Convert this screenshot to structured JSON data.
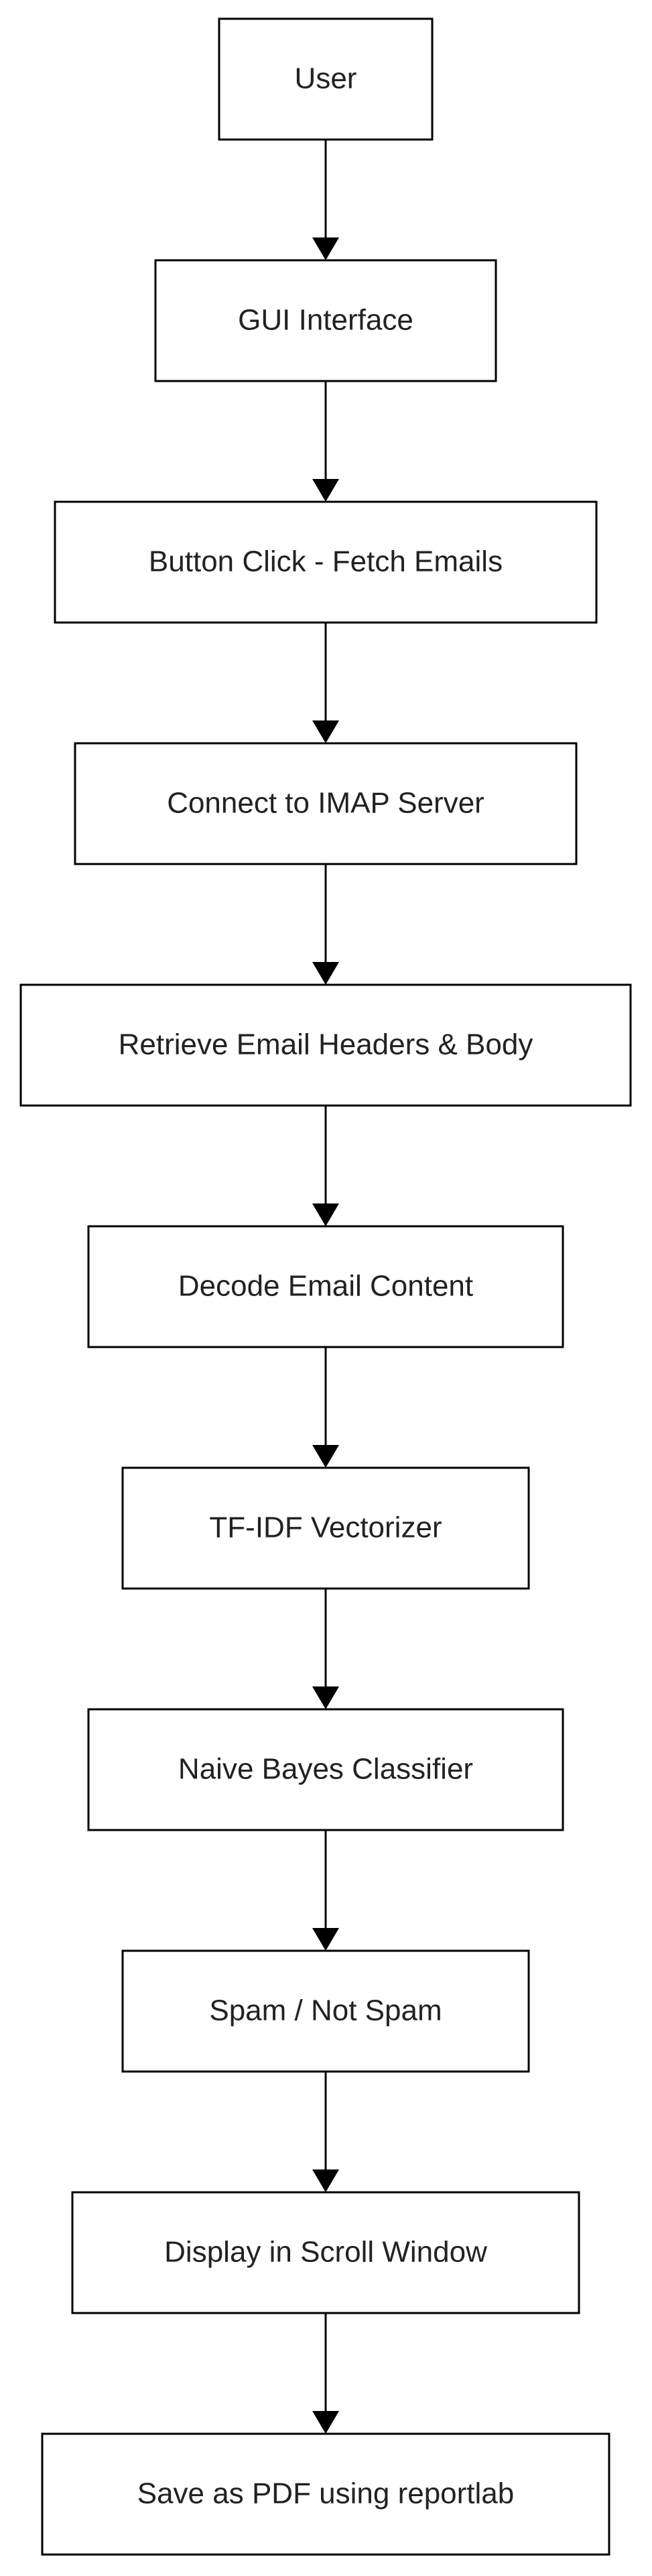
{
  "diagram": {
    "type": "flowchart",
    "direction": "top-to-bottom",
    "colors": {
      "box_stroke": "#000000",
      "box_fill": "#ffffff",
      "text": "#222222",
      "arrow": "#000000"
    },
    "nodes": [
      {
        "id": "user",
        "label": "User"
      },
      {
        "id": "gui",
        "label": "GUI Interface"
      },
      {
        "id": "fetch",
        "label": "Button Click - Fetch Emails"
      },
      {
        "id": "imap",
        "label": "Connect to IMAP Server"
      },
      {
        "id": "retrieve",
        "label": "Retrieve Email Headers & Body"
      },
      {
        "id": "decode",
        "label": "Decode Email Content"
      },
      {
        "id": "tfidf",
        "label": "TF-IDF Vectorizer"
      },
      {
        "id": "nb",
        "label": "Naive Bayes Classifier"
      },
      {
        "id": "result",
        "label": "Spam / Not Spam"
      },
      {
        "id": "display",
        "label": "Display in Scroll Window"
      },
      {
        "id": "pdf",
        "label": "Save as PDF using reportlab"
      }
    ],
    "edges": [
      {
        "from": "user",
        "to": "gui"
      },
      {
        "from": "gui",
        "to": "fetch"
      },
      {
        "from": "fetch",
        "to": "imap"
      },
      {
        "from": "imap",
        "to": "retrieve"
      },
      {
        "from": "retrieve",
        "to": "decode"
      },
      {
        "from": "decode",
        "to": "tfidf"
      },
      {
        "from": "tfidf",
        "to": "nb"
      },
      {
        "from": "nb",
        "to": "result"
      },
      {
        "from": "result",
        "to": "display"
      },
      {
        "from": "display",
        "to": "pdf"
      }
    ]
  }
}
